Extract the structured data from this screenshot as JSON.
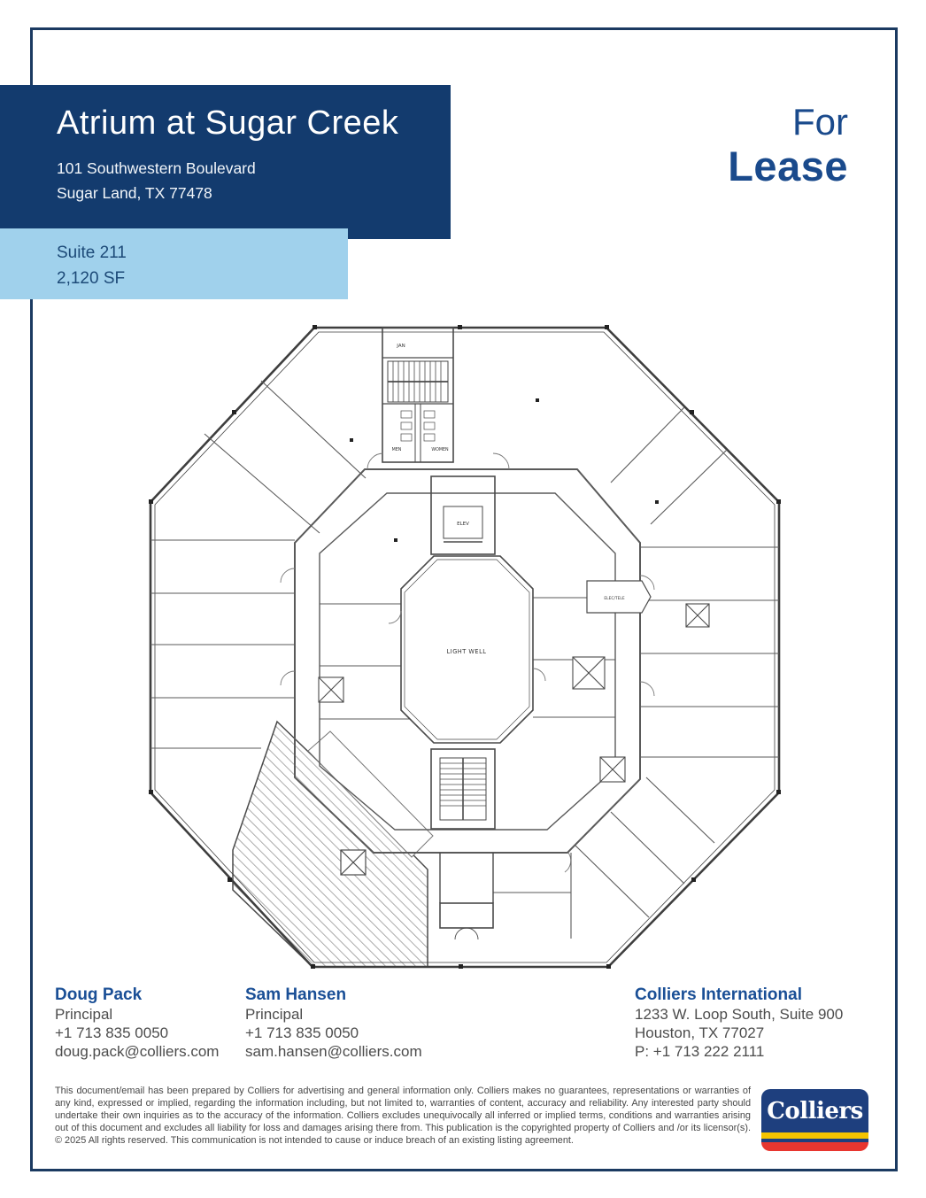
{
  "header": {
    "title": "Atrium at Sugar Creek",
    "address1": "101 Southwestern Boulevard",
    "address2": "Sugar Land, TX 77478"
  },
  "badge": {
    "line1": "For",
    "line2": "Lease"
  },
  "suite": {
    "title": "Suite 211",
    "area": "2,120 SF"
  },
  "plan": {
    "labels": {
      "jan": "JAN",
      "men": "MEN",
      "women": "WOMEN",
      "elev": "ELEV",
      "elec_tele": "ELEC/TELE",
      "light_well": "LIGHT WELL"
    }
  },
  "contacts": [
    {
      "name": "Doug Pack",
      "title": "Principal",
      "phone": "+1 713 835 0050",
      "email": "doug.pack@colliers.com"
    },
    {
      "name": "Sam Hansen",
      "title": "Principal",
      "phone": "+1 713 835 0050",
      "email": "sam.hansen@colliers.com"
    }
  ],
  "office": {
    "name": "Colliers International",
    "address1": "1233 W. Loop South, Suite 900",
    "address2": "Houston, TX 77027",
    "phone": "P: +1 713 222 2111"
  },
  "legal": {
    "disclaimer": "This document/email has been prepared by Colliers for advertising and general information only. Colliers makes no guarantees, representations or warranties of any kind, expressed or implied, regarding the information including, but not limited to, warranties of content, accuracy and reliability. Any interested party should undertake their own inquiries as to the accuracy of the information. Colliers excludes unequivocally all inferred or implied terms, conditions and warranties arising out of this document and excludes all liability for loss and damages arising there from. This publication is the copyrighted property of Colliers and /or its licensor(s). © 2025 All rights reserved. This communication is not intended to cause or induce breach of an existing listing agreement."
  },
  "logo": {
    "wordmark": "Colliers"
  },
  "colors": {
    "band_dark": "#133b6e",
    "band_light": "#a0d1ec",
    "accent_blue": "#1a4a8c",
    "border": "#1b3a61",
    "logo_blue": "#1e3f7e",
    "logo_yellow": "#f5c400",
    "logo_red": "#e8362f"
  }
}
